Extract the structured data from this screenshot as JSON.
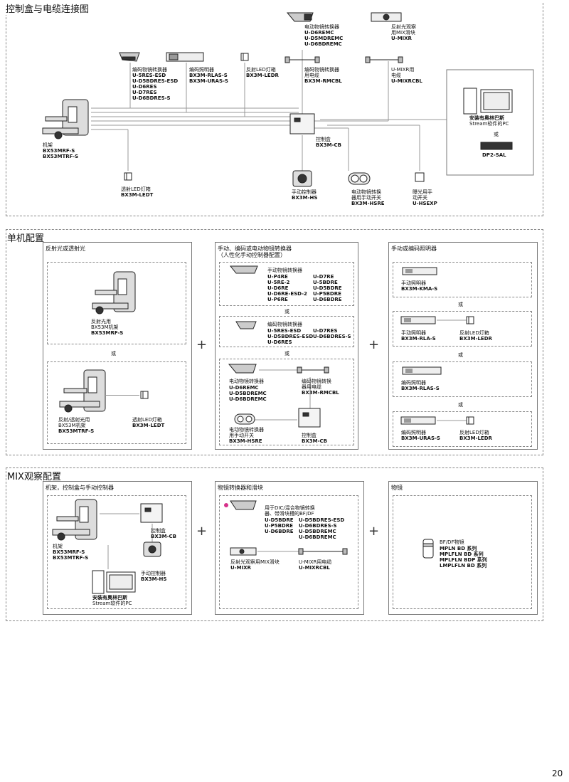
{
  "page_number": "20",
  "sections": {
    "connection": {
      "title": "控制盒与电缆连接图",
      "frame": {
        "label1": "机架",
        "models": [
          "BX53MRF-S",
          "BX53MTRF-S"
        ]
      },
      "coded_nosepiece": {
        "label": "编码物镜转换器",
        "models": [
          "U-5RES-ESD",
          "U-D5BDRES-ESD",
          "U-D6RES",
          "U-D7RES",
          "U-D6BDRES-S"
        ]
      },
      "coded_illuminator": {
        "label": "编码照明器",
        "models": [
          "BX3M-RLAS-S",
          "BX3M-URAS-S"
        ]
      },
      "reflected_led": {
        "label": "反射LED灯箱",
        "model": "BX3M-LEDR"
      },
      "motor_nosepiece": {
        "label": "电动物镜转换器",
        "models": [
          "U-D6REMC",
          "U-D5MDREMC",
          "U-D6BDREMC"
        ]
      },
      "motor_cable": {
        "label": [
          "编码物镜转换器",
          "用电缆"
        ],
        "model": "BX3M-RMCBL"
      },
      "mix_slider": {
        "label": [
          "反射光观察",
          "用MIX滑块"
        ],
        "model": "U-MIXR"
      },
      "mix_cable": {
        "label": [
          "U-MIXR用",
          "电缆"
        ],
        "model": "U-MIXRCBL"
      },
      "control_box": {
        "label": "控制盒",
        "model": "BX3M-CB"
      },
      "transmitted_led": {
        "label": "透射LED灯箱",
        "model": "BX3M-LEDT"
      },
      "hand_switch": {
        "label": "手动控制器",
        "model": "BX3M-HS"
      },
      "motor_switch": {
        "label": [
          "电动物镜转换",
          "器用手动开关"
        ],
        "model": "BX3M-HSRE"
      },
      "hand_exp": {
        "label": [
          "曝光用手",
          "动开关"
        ],
        "model": "U-HSEXP"
      },
      "pc": {
        "label": [
          "安装有奥林巴斯",
          "Stream软件的PC"
        ],
        "or": "或",
        "alt": "DP2-SAL"
      }
    },
    "single": {
      "title": "单机配置",
      "col1": {
        "title": "反射光或透射光",
        "a_label": [
          "反射光用",
          "BX53M机架"
        ],
        "a_model": "BX53MRF-S",
        "or": "或",
        "b_label": [
          "反射/透射光用",
          "BX53M机架"
        ],
        "b_model": "BX53MTRF-S",
        "b_led_label": "透射LED灯箱",
        "b_led_model": "BX3M-LEDT"
      },
      "col2": {
        "title": [
          "手动、编码或电动物镜转换器",
          "（人性化手动控制器配置）"
        ],
        "manual": {
          "label": "手动物镜转换器",
          "left": [
            "U-P4RE",
            "U-5RE-2",
            "U-D6RE",
            "U-D6RE-ESD-2",
            "U-P6RE"
          ],
          "right": [
            "U-D7RE",
            "U-5BDRE",
            "U-D5BDRE",
            "U-P5BDRE",
            "U-D6BDRE"
          ]
        },
        "or1": "或",
        "coded": {
          "label": "编码物镜转换器",
          "left": [
            "U-5RES-ESD",
            "U-D5BDRES-ESD",
            "U-D6RES"
          ],
          "right": [
            "U-D7RES",
            "U-D6BDRES-S"
          ]
        },
        "or2": "或",
        "motor": {
          "label": "电动物镜转换器",
          "models": [
            "U-D6REMC",
            "U-D5BDREMC",
            "U-D6BDREMC"
          ]
        },
        "cable": {
          "label": [
            "编码物镜转换",
            "器用电缆"
          ],
          "model": "BX3M-RMCBL"
        },
        "hsre": {
          "label": [
            "电动物镜转换器",
            "用手动开关"
          ],
          "model": "BX3M-HSRE"
        },
        "cb": {
          "label": "控制盒",
          "model": "BX3M-CB"
        }
      },
      "col3": {
        "title": "手动或编码照明器",
        "kma": {
          "label": "手动照明器",
          "model": "BX3M-KMA-S"
        },
        "or1": "或",
        "rla": {
          "label": "手动照明器",
          "model": "BX3M-RLA-S",
          "led_label": "反射LED灯箱",
          "led_model": "BX3M-LEDR"
        },
        "or2": "或",
        "rlas": {
          "label": "编码照明器",
          "model": "BX3M-RLAS-S"
        },
        "or3": "或",
        "uras": {
          "label": "编码照明器",
          "model": "BX3M-URAS-S",
          "led_label": "反射LED灯箱",
          "led_model": "BX3M-LEDR"
        }
      },
      "plus": "+"
    },
    "mix": {
      "title": "MIX观察配置",
      "col1": {
        "title": "机架，控制盒与手动控制器",
        "frame_label": "机架",
        "frame_models": [
          "BX53MRF-S",
          "BX53MTRF-S"
        ],
        "cb_label": "控制盒",
        "cb_model": "BX3M-CB",
        "hs_label": "手动控制器",
        "hs_model": "BX3M-HS",
        "pc_label": [
          "安装有奥林巴斯",
          "Stream软件的PC"
        ]
      },
      "col2": {
        "title": "物镜转换器和滑块",
        "note": [
          "用于DIC/混合物镜转换",
          "器、带滑块槽的BF/DF"
        ],
        "left": [
          "U-D5BDRE",
          "U-P5BDRE",
          "U-D6BDRE"
        ],
        "right": [
          "U-D5BDRES-ESD",
          "U-D6BDRES-S",
          "U-D5BDREMC",
          "U-D6BDREMC"
        ],
        "slider_label": "反射光观察用MIX滑块",
        "slider_model": "U-MIXR",
        "cable_label": "U-MIXR用电缆",
        "cable_model": "U-MIXRCBL"
      },
      "col3": {
        "title": "物镜",
        "label": "BF/DF物镜",
        "lines": [
          "MPLN BD 系列",
          "MPLFLN BD 系列",
          "MPLFLN BDP 系列",
          "LMPLFLN BD 系列"
        ]
      },
      "plus": "+"
    }
  },
  "colors": {
    "dot": "#d6318a",
    "line": "#999999",
    "border": "#777777"
  }
}
